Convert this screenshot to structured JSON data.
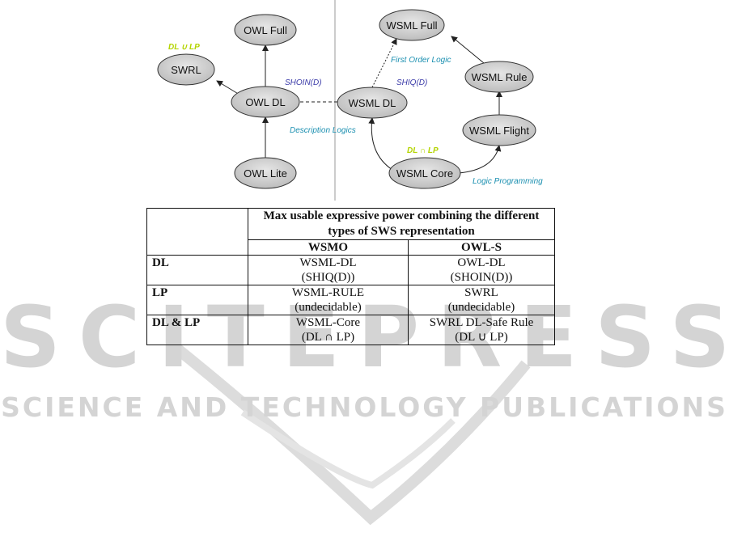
{
  "diagram": {
    "nodes": {
      "owl_full": "OWL Full",
      "swrl": "SWRL",
      "owl_dl": "OWL DL",
      "owl_lite": "OWL Lite",
      "wsml_full": "WSML Full",
      "wsml_rule": "WSML Rule",
      "wsml_dl": "WSML DL",
      "wsml_flight": "WSML Flight",
      "wsml_core": "WSML Core"
    },
    "annotations": {
      "dl_union_lp": "DL ∪ LP",
      "shoin": "SHOIN(D)",
      "shiq": "SHIQ(D)",
      "first_order": "First Order Logic",
      "description_logics": "Description Logics",
      "dl_intersect_lp": "DL ∩ LP",
      "logic_programming": "Logic Programming"
    },
    "colors": {
      "node_fill": "#c8c8c8",
      "node_stroke": "#333333",
      "blue": "#3a3aa8",
      "teal": "#1a8fb0",
      "green": "#b4d400"
    }
  },
  "table": {
    "header": "Max usable expressive power combining the different types of SWS representation",
    "col1": "WSMO",
    "col2": "OWL-S",
    "rows": [
      {
        "label": "DL",
        "wsmo": [
          "WSML-DL",
          "(SHIQ(D))"
        ],
        "owls": [
          "OWL-DL",
          "(SHOIN(D))"
        ]
      },
      {
        "label": "LP",
        "wsmo": [
          "WSML-RULE",
          "(undecidable)"
        ],
        "owls": [
          "SWRL",
          "(undecidable)"
        ]
      },
      {
        "label": "DL & LP",
        "wsmo": [
          "WSML-Core",
          "(DL ∩ LP)"
        ],
        "owls": [
          "SWRL DL-Safe Rule",
          "(DL ∪ LP)"
        ]
      }
    ]
  },
  "watermark": {
    "big": "SCITEPRESS",
    "sub": "SCIENCE AND TECHNOLOGY PUBLICATIONS"
  }
}
